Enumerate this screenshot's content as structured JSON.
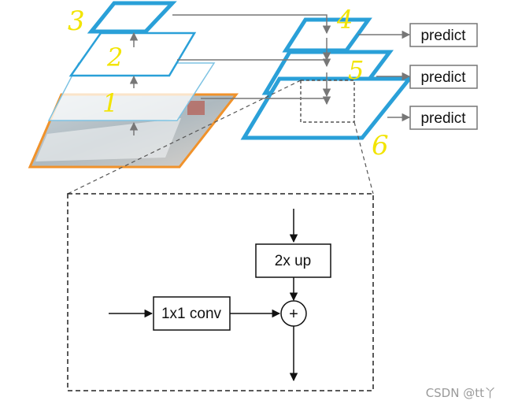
{
  "pyramid": {
    "predict_labels": [
      "predict",
      "predict",
      "predict"
    ],
    "handwritten_numbers": [
      "3",
      "2",
      "1",
      "4",
      "5",
      "6"
    ]
  },
  "detail": {
    "upsample_label": "2x up",
    "lateral_label": "1x1 conv",
    "merge_symbol": "+"
  },
  "watermark": "CSDN @tt丫",
  "colors": {
    "feature_blue": "#2aa0d8",
    "image_orange": "#f0922b",
    "annotation_yellow": "#f2e400",
    "arrow_gray": "#777777"
  }
}
